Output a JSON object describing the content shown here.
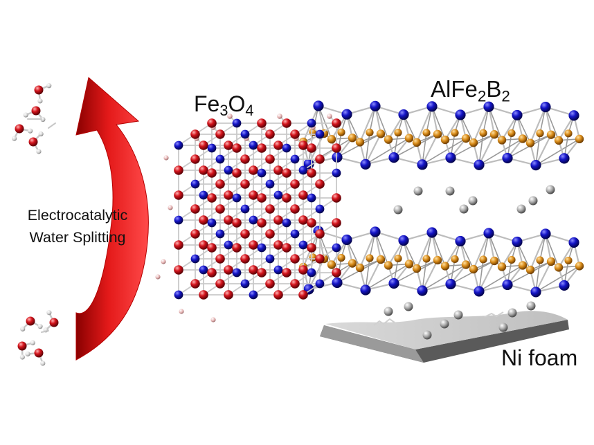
{
  "labels": {
    "fe3o4": {
      "base": "Fe",
      "sub1": "3",
      "mid": "O",
      "sub2": "4"
    },
    "alfe2b2": {
      "base": "AlFe",
      "sub1": "2",
      "mid": "B",
      "sub2": "2"
    },
    "ni_foam": "Ni foam",
    "process_line1": "Electrocatalytic",
    "process_line2": "Water Splitting"
  },
  "colors": {
    "arrow": "#e41a1a",
    "oxygen": "#d4141c",
    "hydrogen": "#e8e8e8",
    "iron": "#1515c8",
    "boron": "#d98c1a",
    "aluminum": "#a0a0a0",
    "bond": "#bdbdbd",
    "fe_o_iron": "#1c1cb4",
    "nickel_foam": "#7a7a7a"
  },
  "icons": {
    "process_arrow": "curved-arrow-up-icon",
    "water_molecule": "water-molecule-icon",
    "crystal_fe3o4": "fe3o4-crystal-lattice",
    "crystal_alfe2b2": "alfe2b2-crystal-layer",
    "substrate": "nickel-foam-plate"
  }
}
